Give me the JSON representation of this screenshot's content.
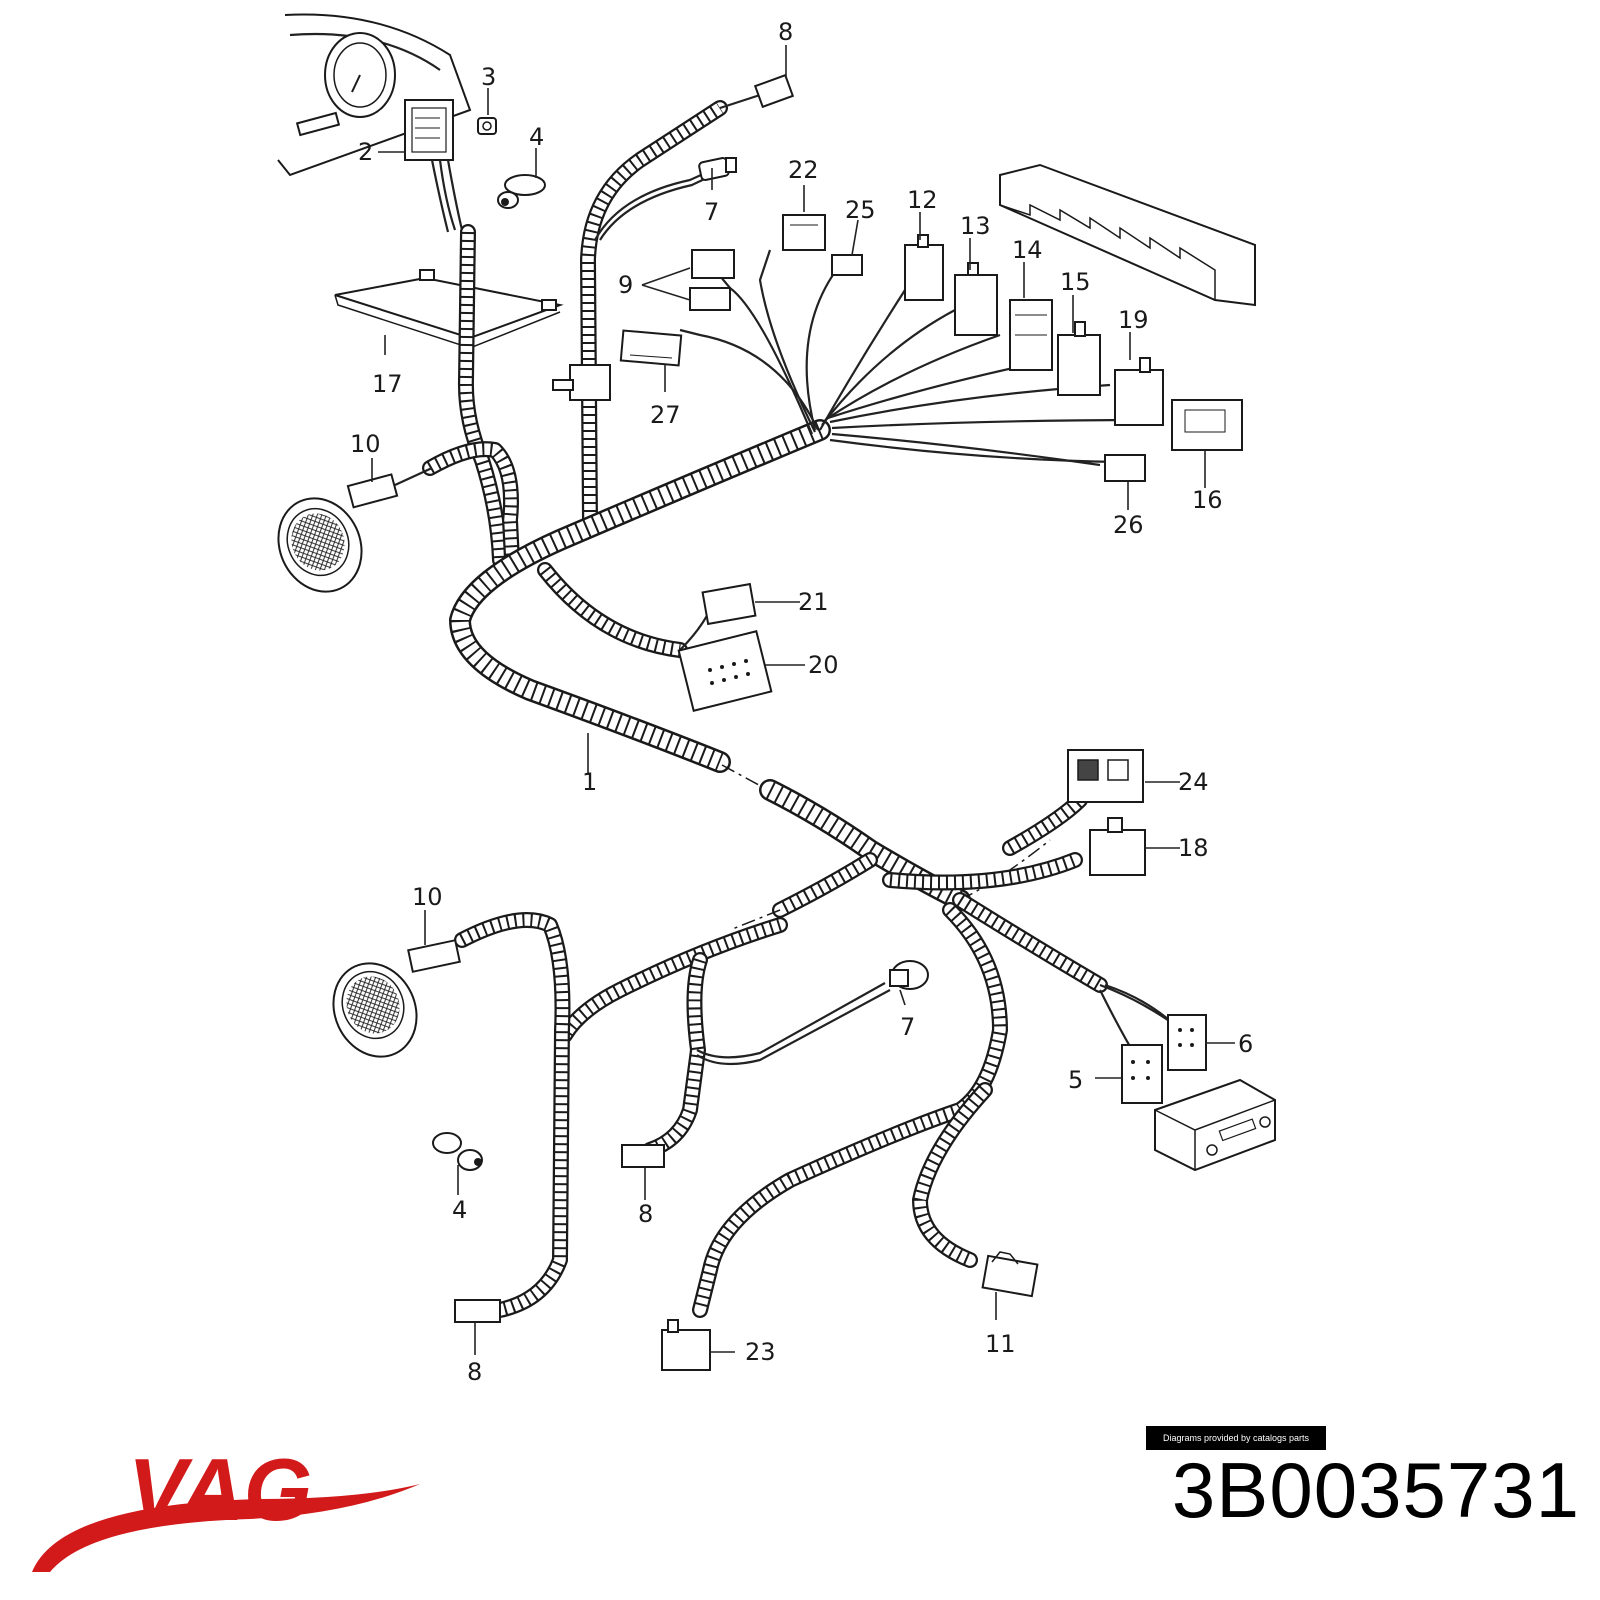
{
  "brand": {
    "logo_text": "VAG",
    "logo_color": "#d21a1a"
  },
  "part_number": "3B0035731",
  "credit": "Diagrams provided by catalogs parts",
  "callouts": {
    "c8_top": "8",
    "c3": "3",
    "c2": "2",
    "c4_top": "4",
    "c7_top": "7",
    "c22": "22",
    "c25": "25",
    "c12": "12",
    "c13": "13",
    "c14": "14",
    "c15": "15",
    "c19": "19",
    "c9": "9",
    "c17": "17",
    "c27": "27",
    "c10_top": "10",
    "c16": "16",
    "c26": "26",
    "c21": "21",
    "c20": "20",
    "c1": "1",
    "c24": "24",
    "c18": "18",
    "c10_bottom": "10",
    "c7_bottom": "7",
    "c6": "6",
    "c5": "5",
    "c4_bottom": "4",
    "c8_mid": "8",
    "c8_bottom": "8",
    "c23": "23",
    "c11": "11"
  }
}
